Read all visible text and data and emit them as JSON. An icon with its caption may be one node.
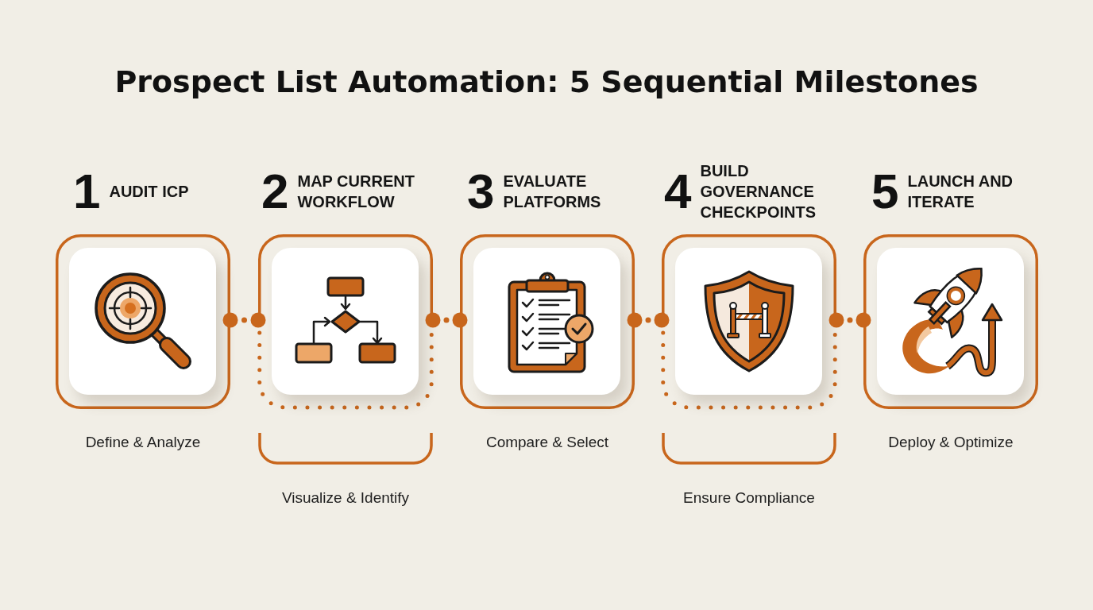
{
  "diagram": {
    "title": "Prospect List Automation: 5 Sequential Milestones",
    "nodes": [
      {
        "text": [
          "1",
          "AUDIT ICP"
        ],
        "beside": [
          "Define & Analyze"
        ]
      },
      {
        "text": [
          "2",
          "MAP CURRENT WORKFLOW"
        ],
        "beside": [
          "Visualize & Identify"
        ]
      },
      {
        "text": [
          "3",
          "EVALUATE PLATFORMS"
        ],
        "beside": [
          "Compare & Select"
        ]
      },
      {
        "text": [
          "4",
          "BUILD GOVERNANCE CHECKPOINTS"
        ],
        "beside": [
          "Ensure Compliance"
        ]
      },
      {
        "text": [
          "5",
          "LAUNCH AND ITERATE"
        ],
        "beside": [
          "Deploy & Optimize"
        ]
      }
    ],
    "edges": [
      {
        "from": 0,
        "to": 1,
        "arrow": "other"
      },
      {
        "from": 1,
        "to": 2,
        "arrow": "other"
      },
      {
        "from": 2,
        "to": 3,
        "arrow": "other"
      },
      {
        "from": 3,
        "to": 4,
        "arrow": "other"
      }
    ]
  }
}
